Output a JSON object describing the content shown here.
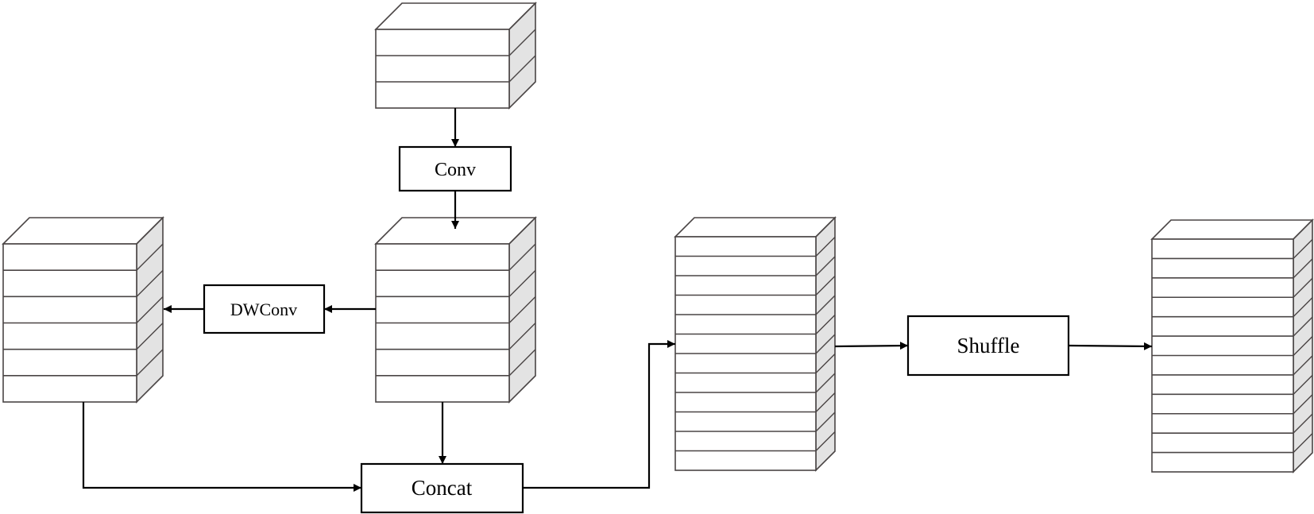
{
  "diagram": {
    "type": "neural-network-block",
    "nodes": [
      {
        "id": "input",
        "kind": "feature-map",
        "layers": 3
      },
      {
        "id": "conv",
        "kind": "operation",
        "label": "Conv"
      },
      {
        "id": "conv_out",
        "kind": "feature-map",
        "layers": 6
      },
      {
        "id": "dwconv",
        "kind": "operation",
        "label": "DWConv"
      },
      {
        "id": "dwconv_out",
        "kind": "feature-map",
        "layers": 6
      },
      {
        "id": "concat",
        "kind": "operation",
        "label": "Concat"
      },
      {
        "id": "concat_out",
        "kind": "feature-map",
        "layers": 12
      },
      {
        "id": "shuffle",
        "kind": "operation",
        "label": "Shuffle"
      },
      {
        "id": "output",
        "kind": "feature-map",
        "layers": 12
      }
    ],
    "edges": [
      {
        "from": "input",
        "to": "conv"
      },
      {
        "from": "conv",
        "to": "conv_out"
      },
      {
        "from": "conv_out",
        "to": "dwconv"
      },
      {
        "from": "dwconv",
        "to": "dwconv_out"
      },
      {
        "from": "conv_out",
        "to": "concat"
      },
      {
        "from": "dwconv_out",
        "to": "concat"
      },
      {
        "from": "concat",
        "to": "concat_out"
      },
      {
        "from": "concat_out",
        "to": "shuffle"
      },
      {
        "from": "shuffle",
        "to": "output"
      }
    ],
    "colors": {
      "stroke": "#000000",
      "layer_line": "#4a4545",
      "side_fill": "#e3e3e3",
      "front_fill": "#ffffff"
    }
  }
}
